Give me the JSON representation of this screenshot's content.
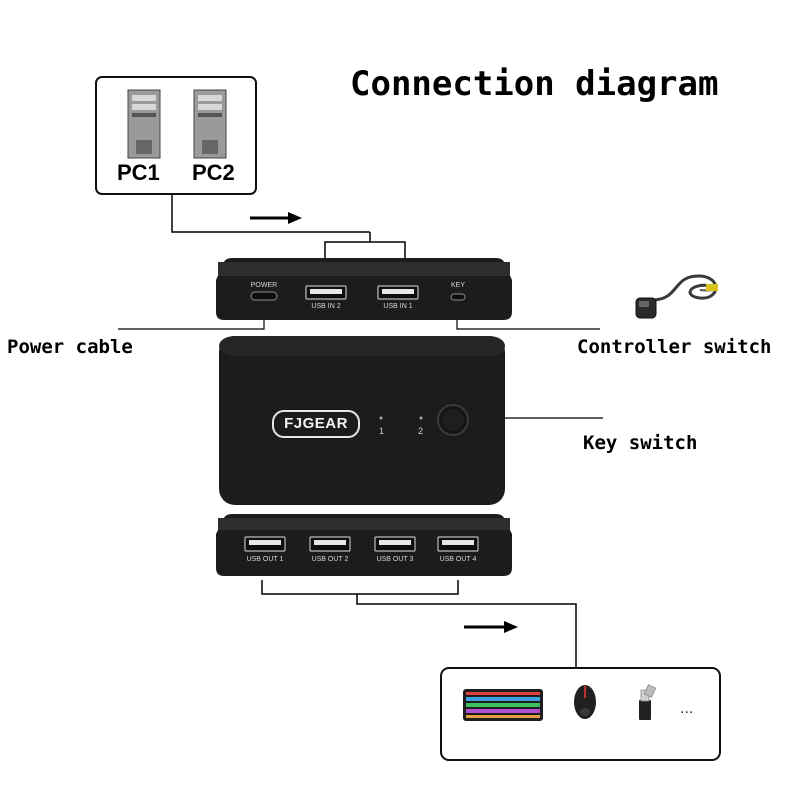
{
  "title": "Connection diagram",
  "pcs": {
    "pc1_label": "PC1",
    "pc2_label": "PC2"
  },
  "labels": {
    "power_cable": "Power cable",
    "controller_switch": "Controller switch",
    "key_switch": "Key switch"
  },
  "top_ports": {
    "power": "POWER",
    "usb_in_2": "USB IN 2",
    "usb_in_1": "USB IN 1",
    "key": "KEY"
  },
  "bottom_ports": {
    "usb_out_1": "USB OUT 1",
    "usb_out_2": "USB OUT 2",
    "usb_out_3": "USB OUT 3",
    "usb_out_4": "USB OUT 4"
  },
  "device": {
    "brand": "FJGEAR",
    "led_1": "1",
    "led_2": "2"
  },
  "peripherals": {
    "ellipsis": "..."
  },
  "colors": {
    "device_body": "#1c1c1c",
    "line": "#000000"
  }
}
